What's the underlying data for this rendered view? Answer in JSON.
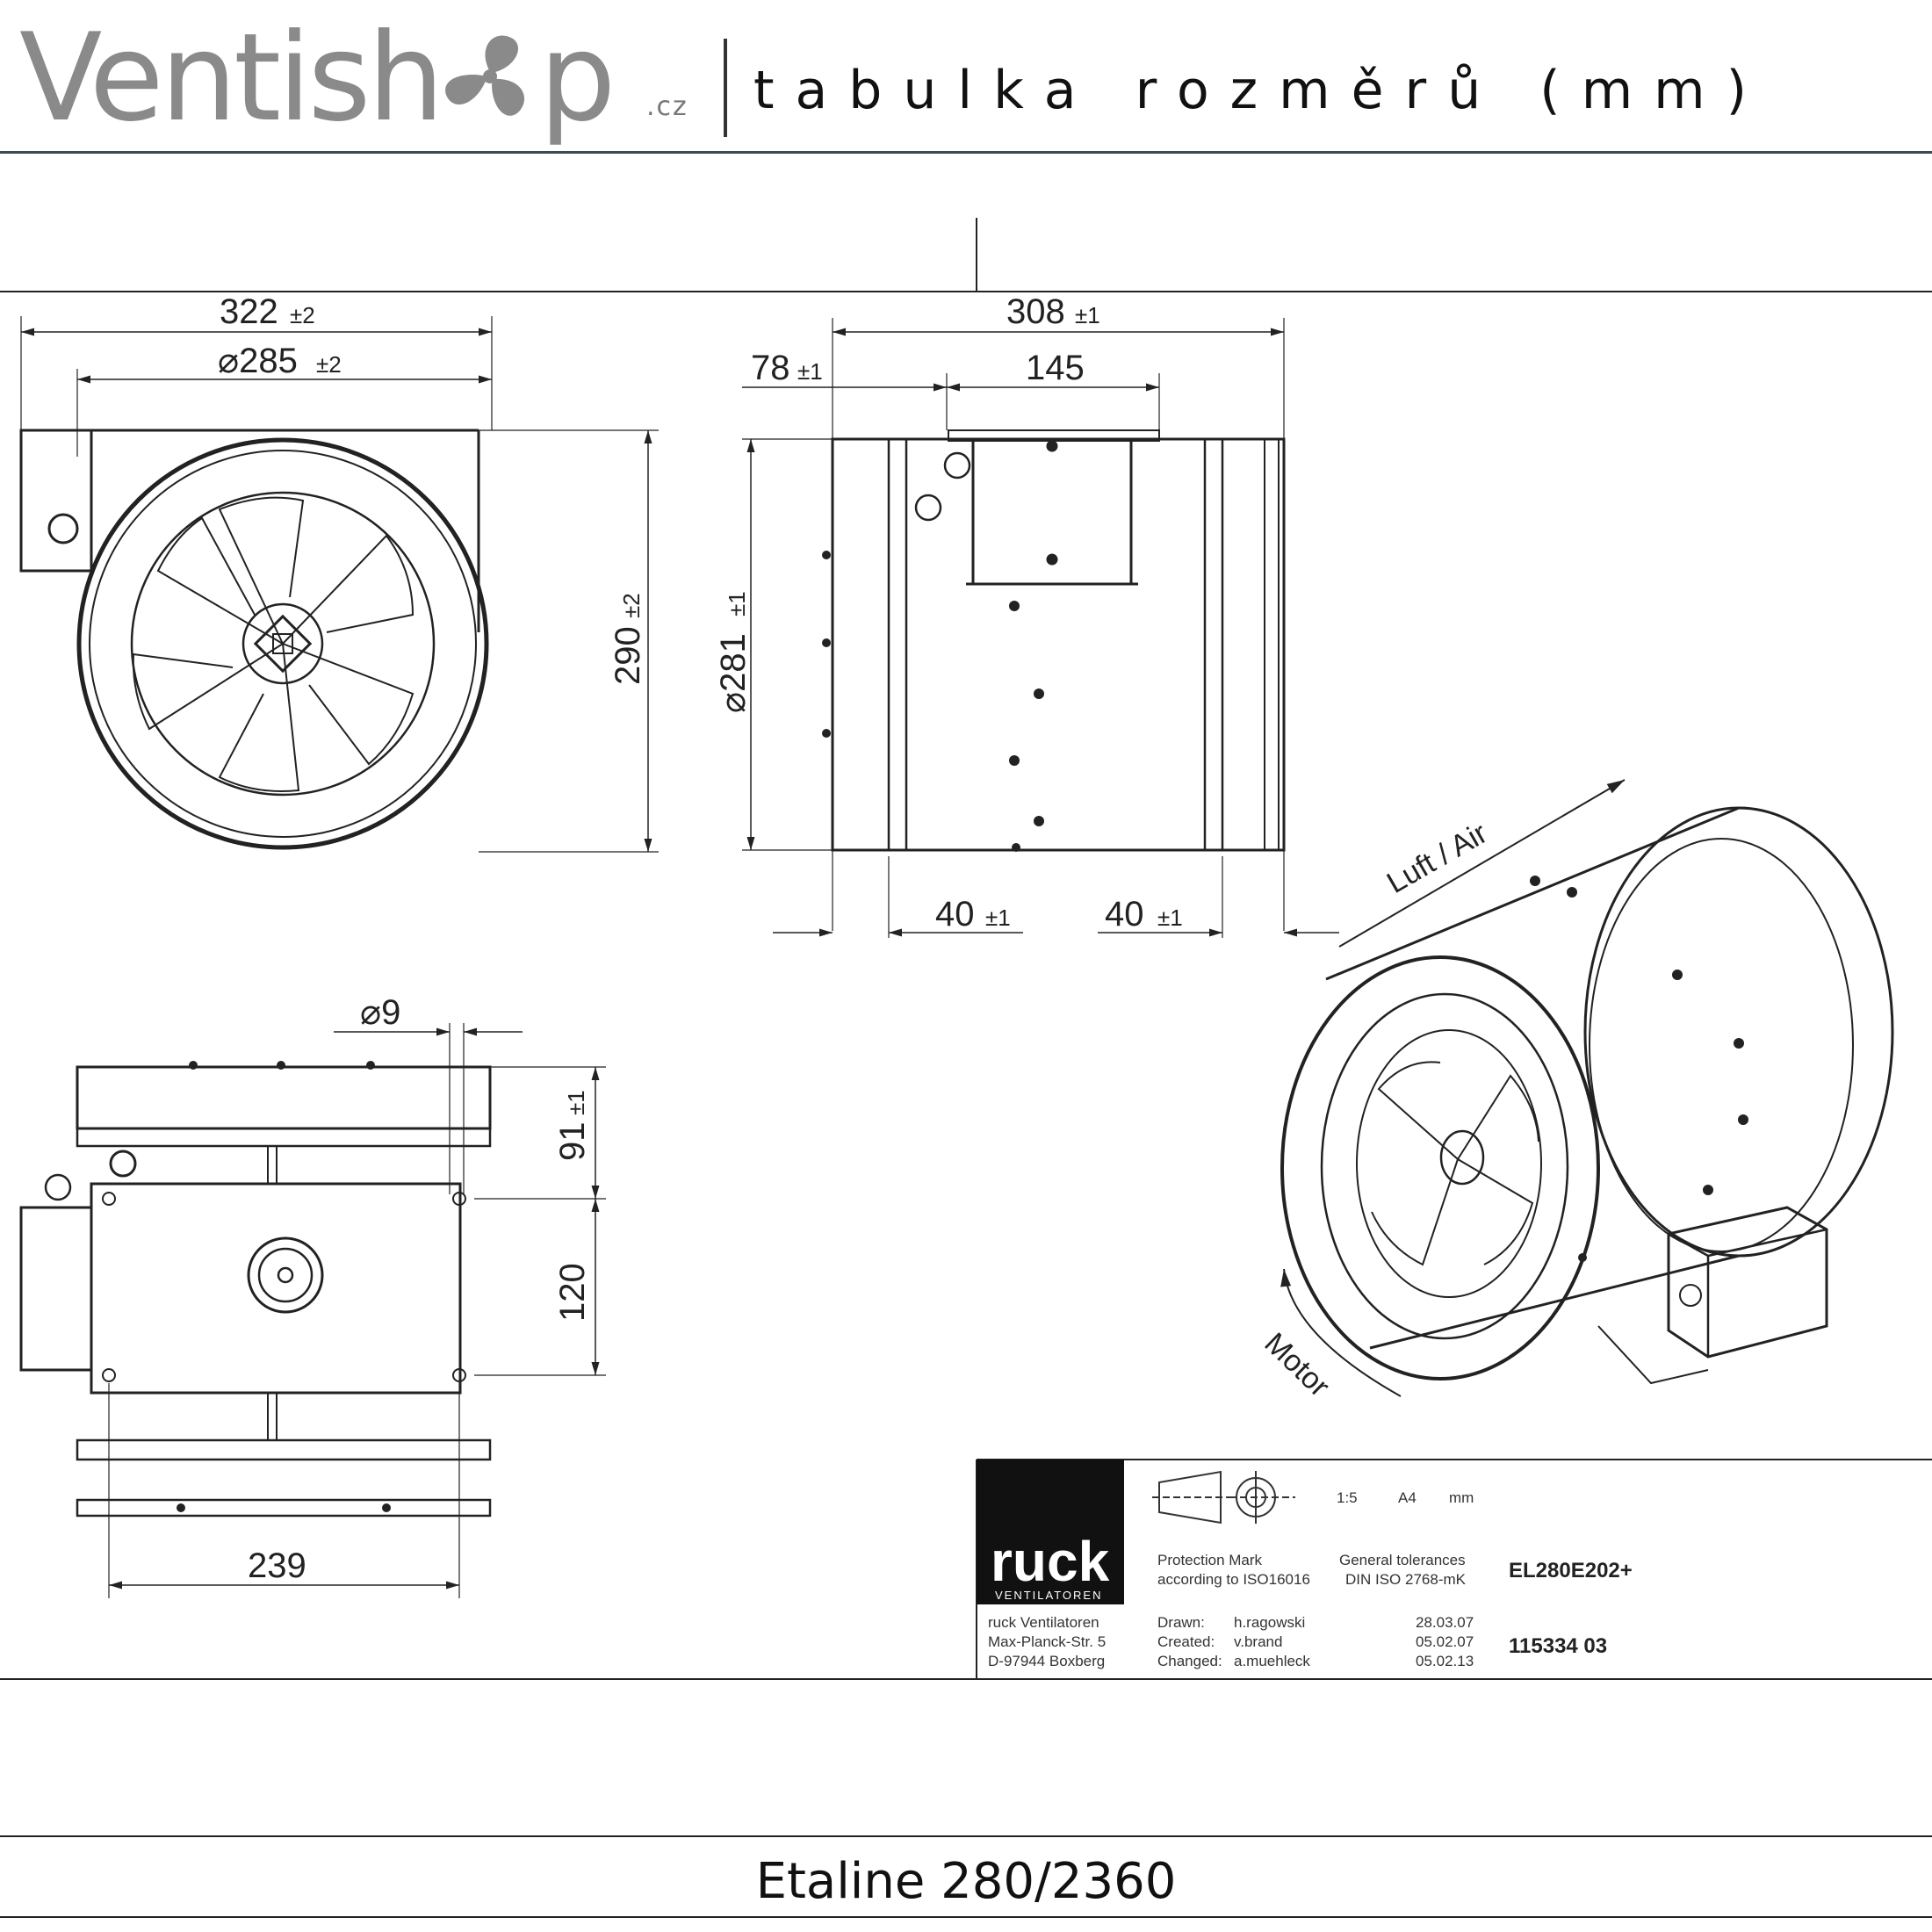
{
  "header": {
    "logo_main": "Ventish",
    "logo_tail": "p",
    "logo_tld": ".cz",
    "title": "tabulka rozměrů (mm)"
  },
  "front_view": {
    "width": "322",
    "width_tol": "±2",
    "diameter": "285",
    "diameter_tol": "±2",
    "height": "290",
    "height_tol": "±2"
  },
  "side_view": {
    "length": "308",
    "length_tol": "±1",
    "offset": "78",
    "offset_tol": "±1",
    "box_width": "145",
    "diameter": "281",
    "diameter_tol": "±1",
    "flange_left": "40",
    "flange_left_tol": "±1",
    "flange_right": "40",
    "flange_right_tol": "±1"
  },
  "top_view": {
    "hole": "9",
    "offset_91": "91",
    "offset_91_tol": "±1",
    "spacing_120": "120",
    "spacing_239": "239"
  },
  "iso_view": {
    "airflow_label": "Luft / Air",
    "motor_label": "Motor"
  },
  "title_block": {
    "company_logo": "ruck",
    "company_sub": "VENTILATOREN",
    "address": [
      "ruck Ventilatoren",
      "Max-Planck-Str. 5",
      "D-97944 Boxberg"
    ],
    "scale": "1:5",
    "paper": "A4",
    "unit": "mm",
    "protection_1": "Protection Mark",
    "protection_2": "according to ISO16016",
    "tolerances_1": "General tolerances",
    "tolerances_2": "DIN ISO 2768-mK",
    "model": "EL280E202+",
    "drawn_label": "Drawn:",
    "drawn_by": "h.ragowski",
    "drawn_date": "28.03.07",
    "created_label": "Created:",
    "created_by": "v.brand",
    "created_date": "05.02.07",
    "changed_label": "Changed:",
    "changed_by": "a.muehleck",
    "changed_date": "05.02.13",
    "drawing_no": "115334  03"
  },
  "footer": {
    "product": "Etaline 280/2360"
  }
}
